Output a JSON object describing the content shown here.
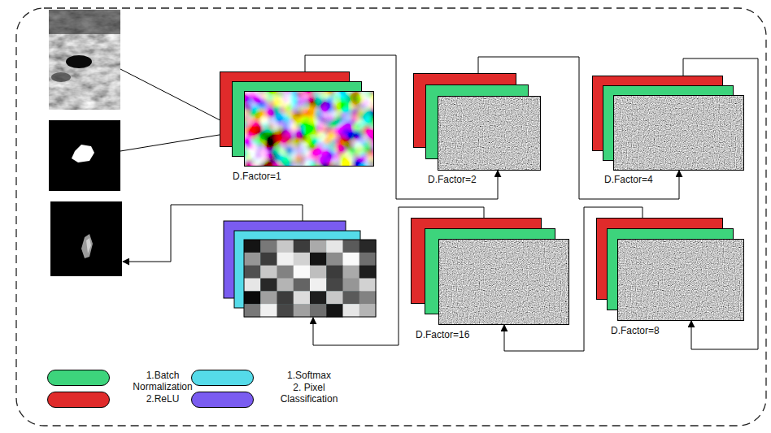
{
  "diagram": {
    "nodes": [
      {
        "text": [
          "D.Factor=1"
        ]
      },
      {
        "text": [
          "D.Factor=2"
        ]
      },
      {
        "text": [
          "D.Factor=4"
        ]
      },
      {
        "text": [
          "D.Factor=8"
        ]
      },
      {
        "text": [
          "D.Factor=16"
        ]
      }
    ],
    "edges": [
      {
        "from": 0,
        "to": 1,
        "arrow": "to"
      },
      {
        "from": 1,
        "to": 2,
        "arrow": "to"
      },
      {
        "from": 2,
        "to": 3,
        "arrow": "to"
      },
      {
        "from": 3,
        "to": 4,
        "arrow": "to"
      }
    ],
    "legend": [
      {
        "text": "1.Batch Normalization",
        "color": "#3dd47c"
      },
      {
        "text": "2.ReLU",
        "color": "#e02b2b"
      },
      {
        "text": "1.Softmax",
        "color": "#55dbe9"
      },
      {
        "text": "2. Pixel Classification",
        "color": "#7a5cf0"
      }
    ]
  }
}
